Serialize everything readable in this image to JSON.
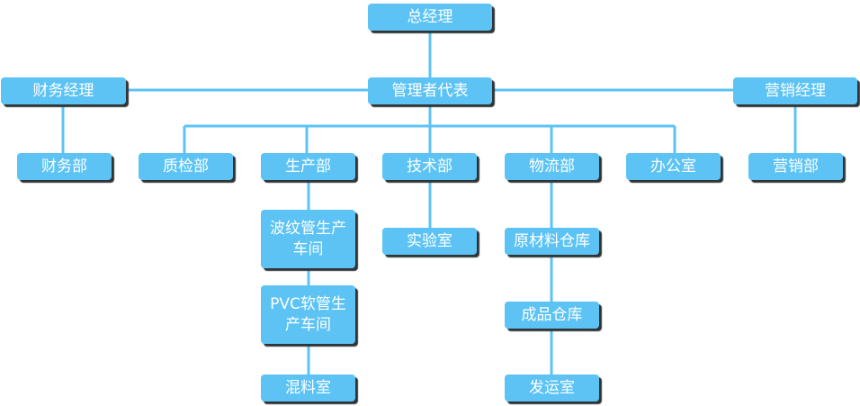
{
  "org_chart": {
    "nodes": {
      "general_manager": "总经理",
      "management_rep": "管理者代表",
      "finance_manager": "财务经理",
      "sales_manager": "营销经理",
      "finance_dept": "财务部",
      "qc_dept": "质检部",
      "production_dept": "生产部",
      "tech_dept": "技术部",
      "logistics_dept": "物流部",
      "office": "办公室",
      "sales_dept": "营销部",
      "corrugated_workshop": "波纹管生产车间",
      "pvc_workshop": "PVC软管生产车间",
      "mixing_room": "混料室",
      "laboratory": "实验室",
      "raw_material_warehouse": "原材料仓库",
      "finished_goods_warehouse": "成品仓库",
      "shipping_room": "发运室"
    },
    "colors": {
      "node_fill": "#5cc3f4",
      "node_text": "#ffffff",
      "connector": "#5cc3f4",
      "shadow": "#2f3436"
    }
  }
}
